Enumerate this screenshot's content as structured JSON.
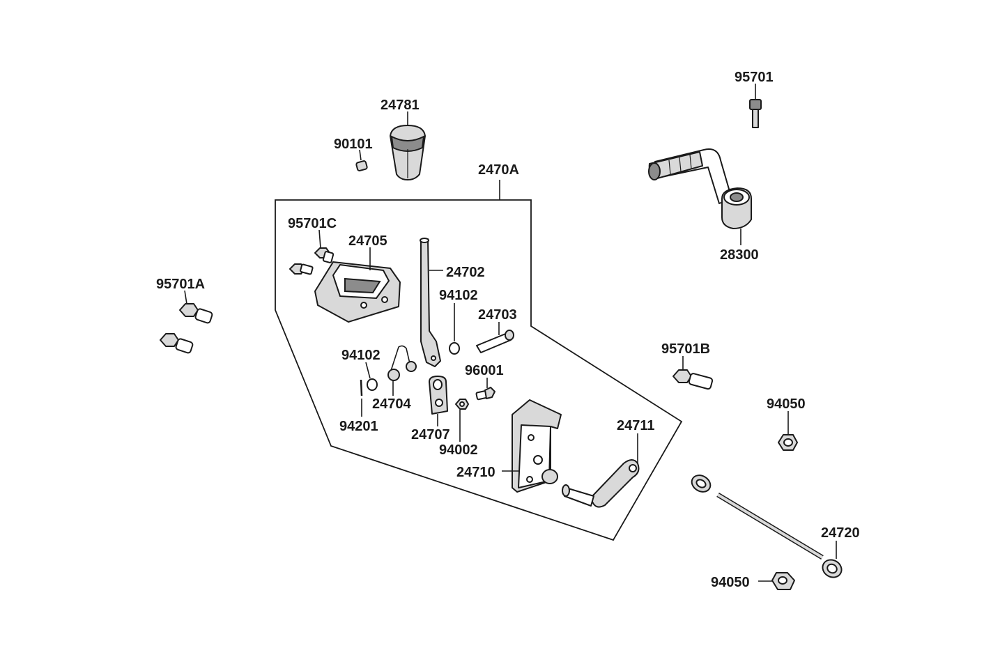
{
  "labels": {
    "p24781": "24781",
    "p90101": "90101",
    "p2470A": "2470A",
    "p95701": "95701",
    "p28300": "28300",
    "p95701C": "95701C",
    "p24705": "24705",
    "p24702": "24702",
    "p94102_a": "94102",
    "p24703": "24703",
    "p95701A": "95701A",
    "p94102_b": "94102",
    "p96001": "96001",
    "p95701B": "95701B",
    "p24704": "24704",
    "p94201": "94201",
    "p24707": "24707",
    "p94002": "94002",
    "p94050_a": "94050",
    "p24711": "24711",
    "p24710": "24710",
    "p24720": "24720",
    "p94050_b": "94050"
  }
}
